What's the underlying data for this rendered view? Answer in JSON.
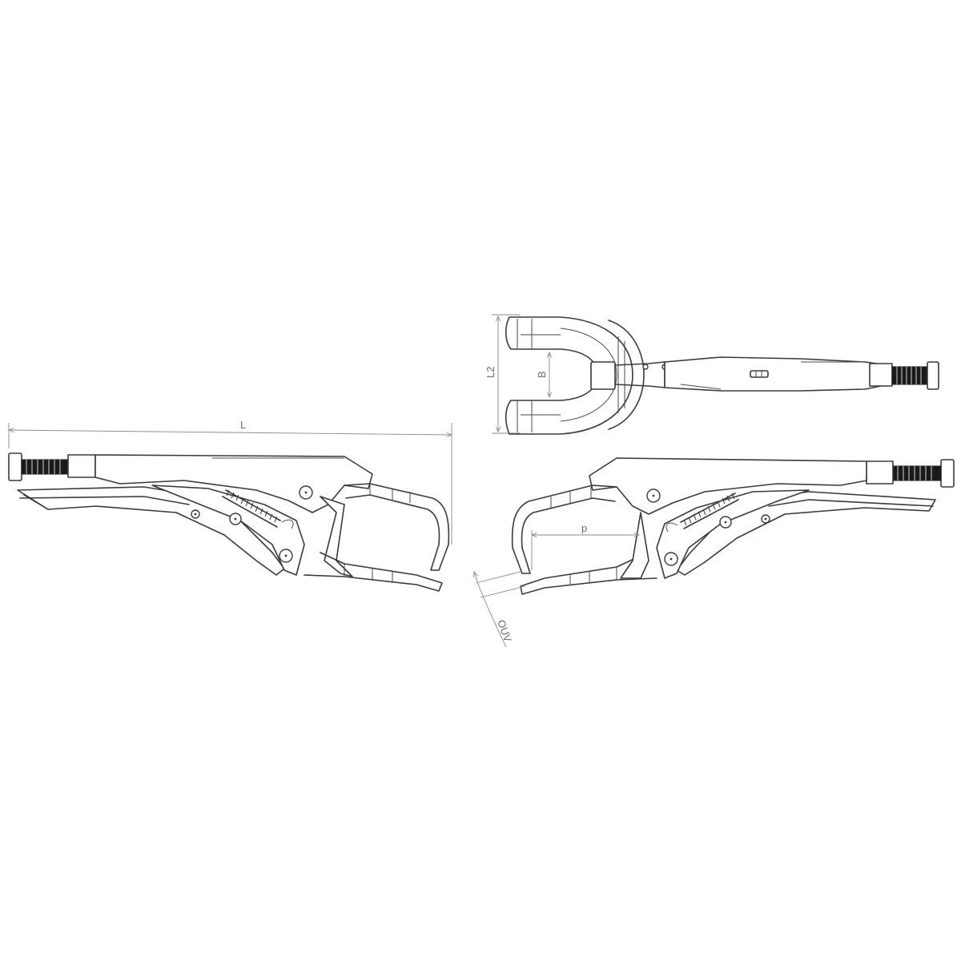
{
  "dimensions": {
    "length_label": "L",
    "width_label": "L2",
    "jaw_gap_label": "B",
    "depth_label": "p",
    "opening_label": "OUV"
  }
}
